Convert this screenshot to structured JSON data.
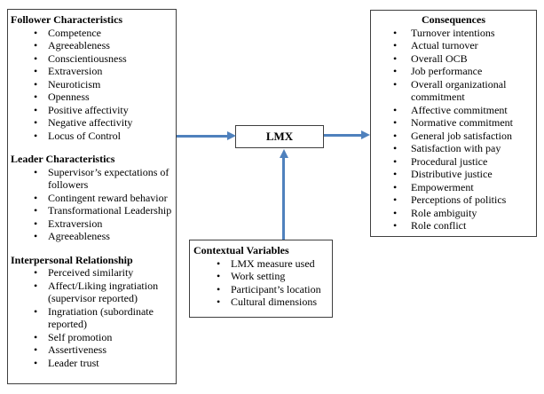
{
  "diagram": {
    "title_hint": "Antecedents and consequences of LMX model",
    "bullet_glyph": "•",
    "colors": {
      "arrow": "#4f81bd",
      "box_border": "#3f3f3f",
      "background": "#ffffff",
      "text": "#000000"
    },
    "left_box": {
      "sections": [
        {
          "heading": "Follower Characteristics",
          "items": [
            "Competence",
            "Agreeableness",
            "Conscientiousness",
            "Extraversion",
            "Neuroticism",
            "Openness",
            "Positive affectivity",
            "Negative affectivity",
            "Locus of Control"
          ]
        },
        {
          "heading": "Leader Characteristics",
          "items": [
            "Supervisor’s expectations of followers",
            "Contingent reward behavior",
            "Transformational Leadership",
            "Extraversion",
            "Agreeableness"
          ]
        },
        {
          "heading": "Interpersonal Relationship",
          "items": [
            "Perceived similarity",
            "Affect/Liking ingratiation (supervisor reported)",
            "Ingratiation (subordinate reported)",
            "Self promotion",
            "Assertiveness",
            "Leader trust"
          ]
        }
      ]
    },
    "center_box": {
      "label": "LMX"
    },
    "right_box": {
      "heading": "Consequences",
      "items": [
        "Turnover intentions",
        "Actual turnover",
        "Overall OCB",
        "Job performance",
        "Overall organizational commitment",
        "Affective commitment",
        "Normative commitment",
        "General job satisfaction",
        "Satisfaction with pay",
        "Procedural justice",
        "Distributive justice",
        "Empowerment",
        "Perceptions of politics",
        "Role ambiguity",
        "Role conflict"
      ]
    },
    "bottom_box": {
      "heading": "Contextual Variables",
      "items": [
        "LMX measure used",
        "Work setting",
        "Participant’s location",
        "Cultural dimensions"
      ]
    }
  }
}
